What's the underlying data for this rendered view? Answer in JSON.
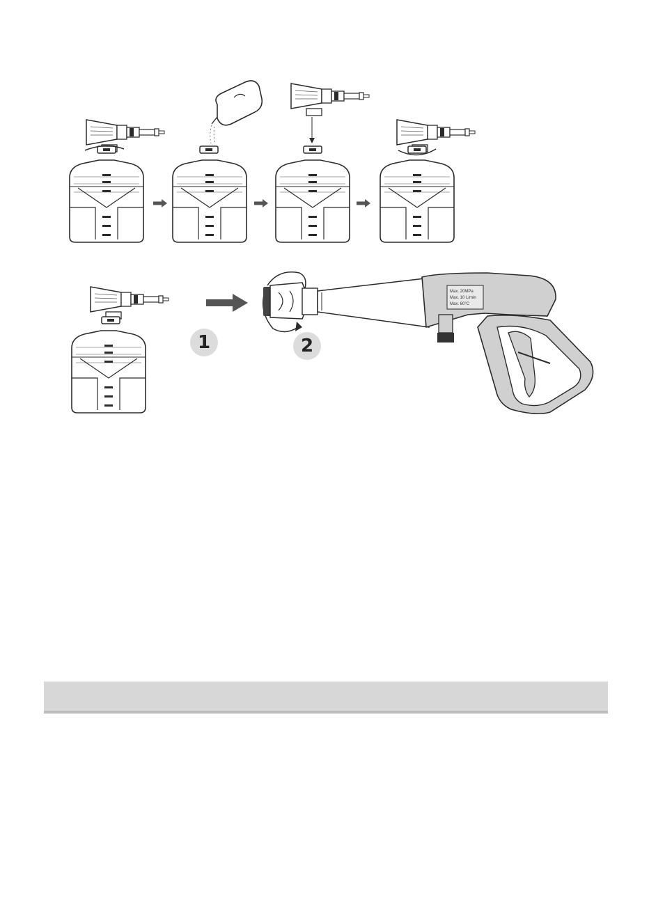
{
  "gun_label": {
    "line1": "Max. 20MPa",
    "line2": "Max. 10 L/min",
    "line3": "Max. 60°C"
  },
  "steps": {
    "one": "1",
    "two": "2"
  },
  "icons": [
    "foam-bottle-icon",
    "detergent-jug-icon",
    "arrow-right-icon",
    "spray-gun-icon",
    "rotate-icon"
  ],
  "colors": {
    "line": "#2b2b2b",
    "gun_fill": "#cfcfcf",
    "band": "#d7d7d7",
    "arrow": "#555555"
  }
}
